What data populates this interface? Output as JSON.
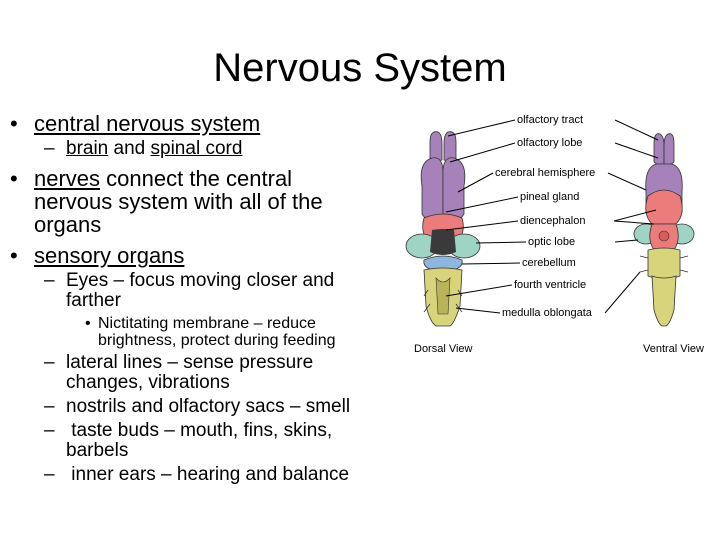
{
  "slide": {
    "title": "Nervous System",
    "bullets": {
      "cns": "central nervous system",
      "brain": "brain",
      "and": "and",
      "spinal_cord": "spinal cord",
      "nerves": "nerves",
      "nerves_rest_1": "connect the central",
      "nerves_rest_2": "nervous system with all of the",
      "nerves_rest_3": "organs",
      "sensory": "sensory organs",
      "eyes_1": "Eyes – focus moving closer and",
      "eyes_2": "farther",
      "nictitating_1": "Nictitating membrane – reduce",
      "nictitating_2": "brightness, protect during feeding",
      "lateral_1": "lateral lines – sense pressure",
      "lateral_2": "changes, vibrations",
      "nostrils": "nostrils and olfactory sacs – smell",
      "taste_1": " taste buds – mouth, fins, skins,",
      "taste_2": "barbels",
      "ears": " inner ears – hearing and balance"
    },
    "markers": {
      "level1": "•",
      "level2": "–",
      "level3": "•"
    }
  },
  "figure": {
    "labels": {
      "olfactory_tract": "olfactory tract",
      "olfactory_lobe": "olfactory lobe",
      "cerebral_hemisphere": "cerebral hemisphere",
      "pineal_gland": "pineal gland",
      "diencephalon": "diencephalon",
      "optic_lobe": "optic lobe",
      "cerebellum": "cerebellum",
      "fourth_ventricle": "fourth ventricle",
      "medulla_oblongata": "medulla oblongata",
      "dorsal_view": "Dorsal View",
      "ventral_view": "Ventral View"
    },
    "colors": {
      "purple": "#a782ba",
      "pink": "#ec7b7b",
      "teal": "#9fd3c4",
      "blue": "#8fb6dc",
      "olive": "#d8d47c"
    }
  }
}
